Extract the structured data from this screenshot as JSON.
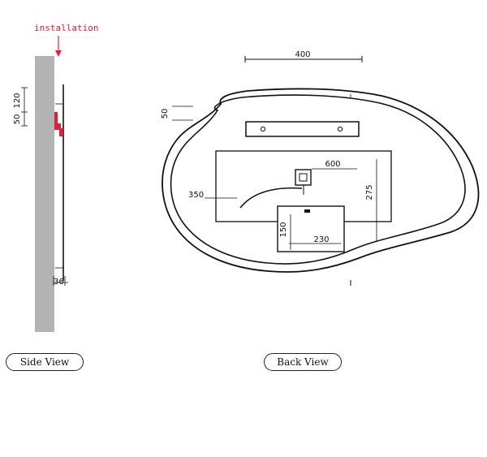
{
  "install_label": "installation",
  "side": {
    "dim_120": "120",
    "dim_50": "50",
    "dim_36": "36",
    "view_label": "Side View"
  },
  "back": {
    "dim_400": "400",
    "dim_50": "50",
    "dim_600": "600",
    "dim_275": "275",
    "dim_350": "350",
    "dim_150": "150",
    "dim_230": "230",
    "view_label": "Back View"
  },
  "colors": {
    "line": "#111111",
    "wall": "#b3b3b3",
    "accent": "#e0203a"
  }
}
